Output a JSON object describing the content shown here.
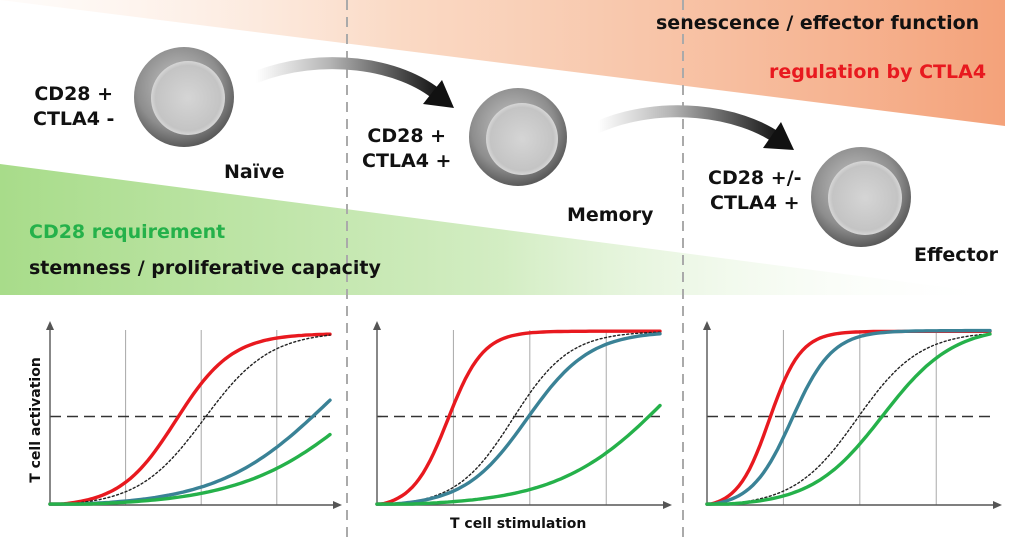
{
  "labels": {
    "senescence": "senescence / effector function",
    "regulation": "regulation by CTLA4",
    "cd28_req": "CD28 requirement",
    "stemness": "stemness / proliferative capacity"
  },
  "cells": [
    {
      "name": "Naïve",
      "cd28": "CD28 +",
      "ctla4": "CTLA4 -"
    },
    {
      "name": "Memory",
      "cd28": "CD28 +",
      "ctla4": "CTLA4 +"
    },
    {
      "name": "Effector",
      "cd28": "CD28 +/-",
      "ctla4": "CTLA4 +"
    }
  ],
  "colors": {
    "senescence_gradient": "#f4a27a",
    "stemness_gradient": "#a8dc8a",
    "red": "#e8191f",
    "blue": "#3a8296",
    "green": "#25b14a",
    "dotted": "#222222",
    "regulation_text": "#e8191f",
    "cd28_text": "#25b14a"
  },
  "axes": {
    "ylabel": "T cell activation",
    "xlabel": "T cell stimulation"
  },
  "chart_data": [
    {
      "type": "line",
      "panel": "Naïve",
      "xlim": [
        0,
        1
      ],
      "ylim": [
        0,
        1
      ],
      "threshold": 0.5,
      "grid": "vertical",
      "series": [
        {
          "color": "red",
          "style": "solid",
          "midpoint": 0.45,
          "slope": 10,
          "max": 0.98
        },
        {
          "color": "dotted",
          "style": "dotted",
          "midpoint": 0.55,
          "slope": 8.5,
          "max": 0.99
        },
        {
          "color": "blue",
          "style": "solid",
          "midpoint": 1.0,
          "slope": 5,
          "max": 1.2
        },
        {
          "color": "green",
          "style": "solid",
          "midpoint": 1.15,
          "slope": 4.5,
          "max": 1.2
        }
      ]
    },
    {
      "type": "line",
      "panel": "Memory",
      "xlim": [
        0,
        1
      ],
      "ylim": [
        0,
        1
      ],
      "threshold": 0.5,
      "grid": "vertical",
      "series": [
        {
          "color": "red",
          "style": "solid",
          "midpoint": 0.25,
          "slope": 16,
          "max": 1.0
        },
        {
          "color": "dotted",
          "style": "dotted",
          "midpoint": 0.48,
          "slope": 10,
          "max": 0.99
        },
        {
          "color": "blue",
          "style": "solid",
          "midpoint": 0.53,
          "slope": 9,
          "max": 0.99
        },
        {
          "color": "green",
          "style": "solid",
          "midpoint": 1.05,
          "slope": 5,
          "max": 1.3
        }
      ]
    },
    {
      "type": "line",
      "panel": "Effector",
      "xlim": [
        0,
        1
      ],
      "ylim": [
        0,
        1
      ],
      "threshold": 0.5,
      "grid": "vertical",
      "series": [
        {
          "color": "red",
          "style": "solid",
          "midpoint": 0.22,
          "slope": 18,
          "max": 1.0
        },
        {
          "color": "blue",
          "style": "solid",
          "midpoint": 0.3,
          "slope": 14,
          "max": 1.0
        },
        {
          "color": "dotted",
          "style": "dotted",
          "midpoint": 0.53,
          "slope": 9,
          "max": 0.99
        },
        {
          "color": "green",
          "style": "solid",
          "midpoint": 0.62,
          "slope": 8,
          "max": 1.02
        }
      ]
    }
  ]
}
